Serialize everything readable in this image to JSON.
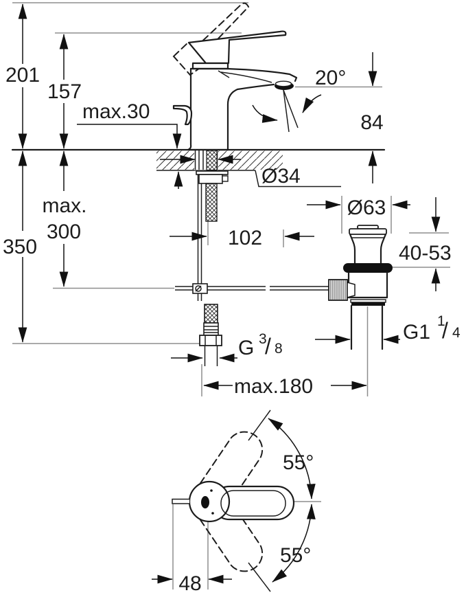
{
  "drawing": {
    "subject": "Single-lever basin mixer with pop-up waste — dimensional drawing",
    "background": "#ffffff",
    "ink_color": "#1c1c1c"
  },
  "side_view": {
    "height_open": "201",
    "height_closed": "157",
    "deck_thickness": "max.30",
    "spout_angle": "20°",
    "outlet_height": "84",
    "hole_diameter": "Ø34",
    "depth_max_line1": "max.",
    "depth_max_line2": "300",
    "hose_depth": "350",
    "spout_reach": "102",
    "waste_flange_diameter": "Ø63",
    "basin_clamp_range": "40-53",
    "supply_thread": {
      "prefix": "G",
      "numerator": "3",
      "slash": "/",
      "denominator": "8"
    },
    "waste_thread": {
      "prefix": "G1",
      "numerator": "1",
      "slash": "/",
      "denominator": "4"
    },
    "rod_reach": "max.180"
  },
  "top_view": {
    "swivel_upper": "55°",
    "swivel_lower": "55°",
    "handle_width": "48"
  }
}
